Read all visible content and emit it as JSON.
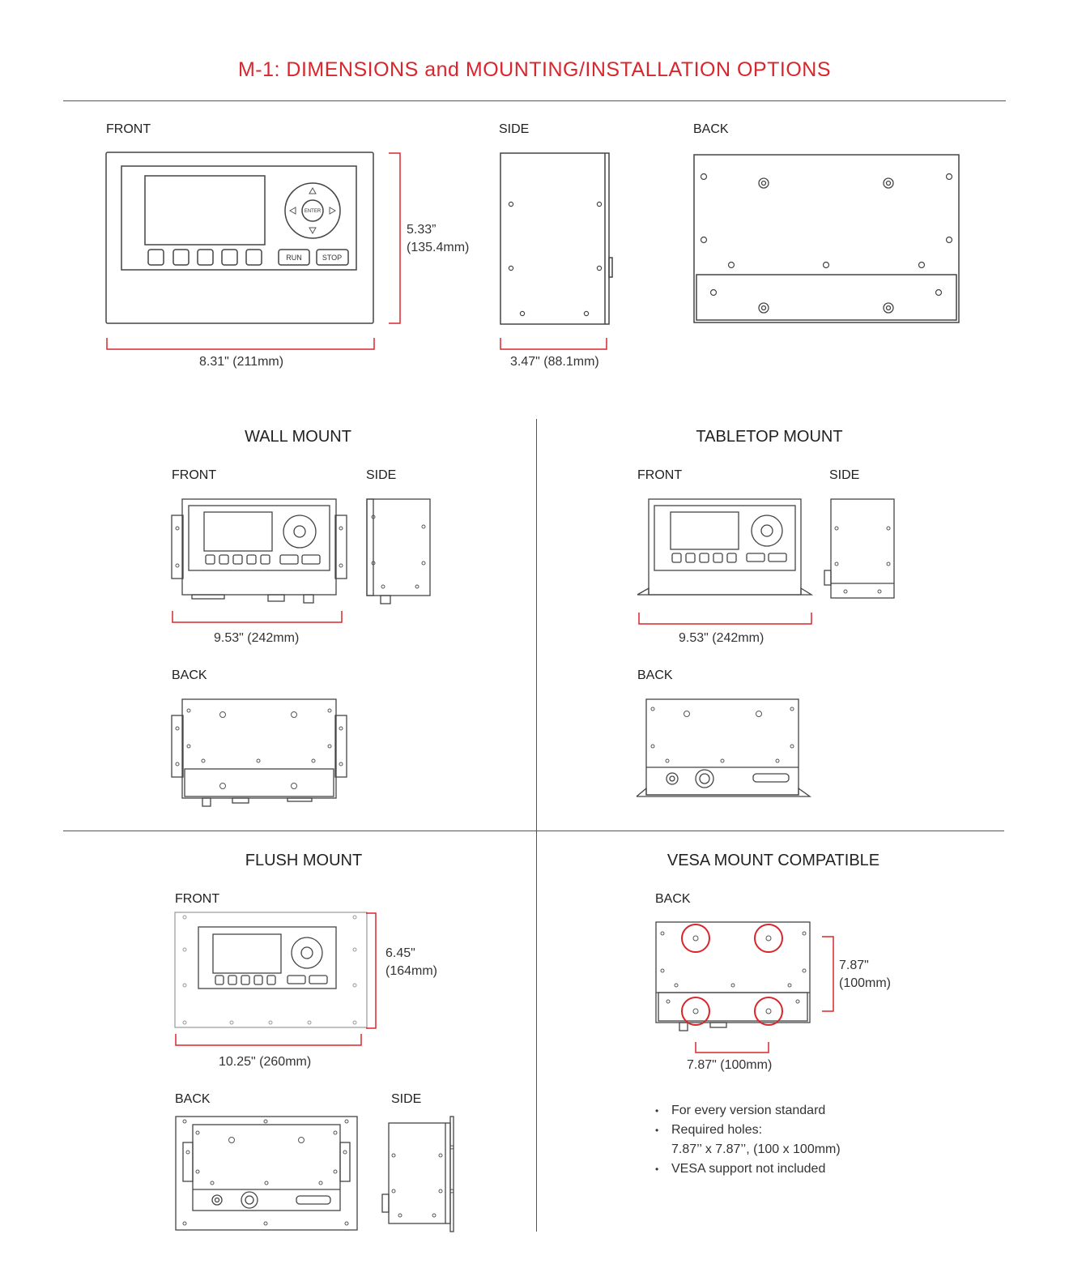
{
  "page": {
    "title": "M-1: DIMENSIONS and MOUNTING/INSTALLATION OPTIONS",
    "accent_color": "#d9262c",
    "line_color": "#555555"
  },
  "top": {
    "front_label": "FRONT",
    "side_label": "SIDE",
    "back_label": "BACK",
    "height_dim_in": "5.33”",
    "height_dim_mm": "(135.4mm)",
    "width_dim": "8.31\" (211mm)",
    "depth_dim": "3.47\" (88.1mm)",
    "keypad": {
      "enter": "ENTER",
      "run": "RUN",
      "stop": "STOP"
    }
  },
  "wall": {
    "title": "WALL MOUNT",
    "front_label": "FRONT",
    "side_label": "SIDE",
    "back_label": "BACK",
    "width_dim": "9.53\" (242mm)"
  },
  "tabletop": {
    "title": "TABLETOP MOUNT",
    "front_label": "FRONT",
    "side_label": "SIDE",
    "back_label": "BACK",
    "width_dim": "9.53\" (242mm)"
  },
  "flush": {
    "title": "FLUSH MOUNT",
    "front_label": "FRONT",
    "back_label": "BACK",
    "side_label": "SIDE",
    "height_dim_in": "6.45\"",
    "height_dim_mm": "(164mm)",
    "width_dim": "10.25\" (260mm)"
  },
  "vesa": {
    "title": "VESA MOUNT COMPATIBLE",
    "back_label": "BACK",
    "height_dim_in": "7.87\"",
    "height_dim_mm": "(100mm)",
    "width_dim": "7.87\" (100mm)",
    "bullets": [
      "For every version standard",
      "Required holes:",
      "7.87’’ x 7.87’’, (100 x 100mm)",
      "VESA support not included"
    ]
  }
}
